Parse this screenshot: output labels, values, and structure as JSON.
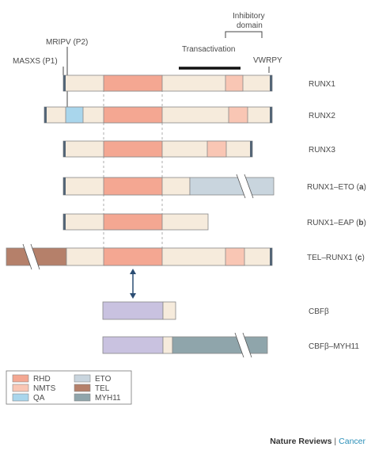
{
  "labels": {
    "masxs": "MASXS (P1)",
    "mripv": "MRIPV (P2)",
    "inhibitory_line1": "Inhibitory",
    "inhibitory_line2": "domain",
    "transactivation": "Transactivation",
    "vwrpy": "VWRPY"
  },
  "proteins": [
    {
      "name": "RUNX1",
      "suffix": ""
    },
    {
      "name": "RUNX2",
      "suffix": ""
    },
    {
      "name": "RUNX3",
      "suffix": ""
    },
    {
      "name": "RUNX1–ETO (",
      "suffix": "a",
      "close": ")"
    },
    {
      "name": "RUNX1–EAP (",
      "suffix": "b",
      "close": ")"
    },
    {
      "name": "TEL–RUNX1 (",
      "suffix": "c",
      "close": ")"
    },
    {
      "name": "CBFβ",
      "suffix": ""
    },
    {
      "name": "CBFβ–MYH11",
      "suffix": ""
    }
  ],
  "legend": [
    {
      "label": "RHD",
      "color": "#f4a792"
    },
    {
      "label": "ETO",
      "color": "#c9d5de"
    },
    {
      "label": "NMTS",
      "color": "#f9c6b4"
    },
    {
      "label": "TEL",
      "color": "#b5806a"
    },
    {
      "label": "QA",
      "color": "#a9d6ec"
    },
    {
      "label": "MYH11",
      "color": "#8fa5ab"
    }
  ],
  "colors": {
    "base": "#f6ebdc",
    "rhd": "#f4a792",
    "nmts": "#f9c6b4",
    "qa": "#a9d6ec",
    "eto": "#c9d5de",
    "tel": "#b5806a",
    "myh11": "#8fa5ab",
    "cbfb": "#c9c2e0",
    "endcap": "#556677",
    "outline": "#888888",
    "arrow": "#2b4d73"
  },
  "credit": {
    "publisher": "Nature Reviews",
    "separator": "|",
    "journal": "Cancer"
  }
}
